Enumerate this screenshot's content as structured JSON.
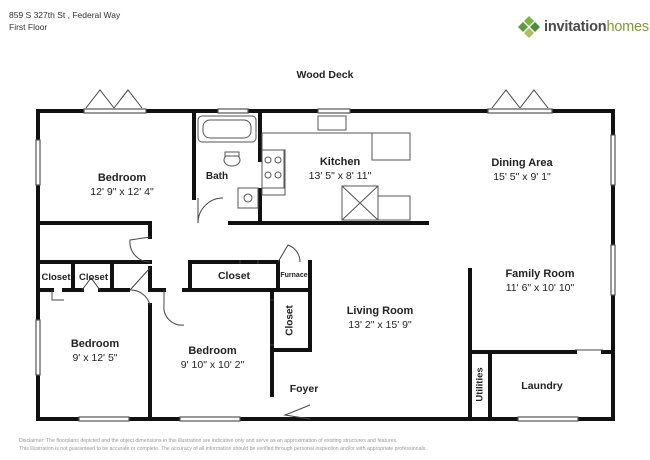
{
  "header": {
    "address": "859 S 327th St , Federal Way",
    "floor": "First Floor"
  },
  "brand": {
    "name_bold": "invitation",
    "name_light": "homes",
    "logo_colors": [
      "#7cb342",
      "#4a8f3a",
      "#a5c25c",
      "#5e9c3e"
    ],
    "accent_color": "#7d9a3a"
  },
  "outdoor": {
    "deck_label": "Wood Deck"
  },
  "rooms": {
    "bedroom_top_left": {
      "name": "Bedroom",
      "dims": "12' 9\" x 12' 4\""
    },
    "bath": {
      "name": "Bath"
    },
    "kitchen": {
      "name": "Kitchen",
      "dims": "13' 5\" x 8' 11\""
    },
    "dining": {
      "name": "Dining Area",
      "dims": "15' 5\" x 9' 1\""
    },
    "closet_a": {
      "name": "Closet"
    },
    "closet_b": {
      "name": "Closet"
    },
    "closet_c": {
      "name": "Closet"
    },
    "closet_d": {
      "name": "Closet"
    },
    "furnace": {
      "name": "Furnace"
    },
    "family_room": {
      "name": "Family Room",
      "dims": "11' 6\" x 10' 10\""
    },
    "living_room": {
      "name": "Living Room",
      "dims": "13' 2\" x 15' 9\""
    },
    "bedroom_bottom_left": {
      "name": "Bedroom",
      "dims": "9' x 12' 5\""
    },
    "bedroom_bottom_mid": {
      "name": "Bedroom",
      "dims": "9' 10\" x 10' 2\""
    },
    "foyer": {
      "name": "Foyer"
    },
    "utilities": {
      "name": "Utilities"
    },
    "laundry": {
      "name": "Laundry"
    }
  },
  "disclaimer": {
    "line1": "Disclaimer: The floorplans depicted and the object dimensions in this illustration are indicative only and serve as an approximation of existing structures and features.",
    "line2": "This illustration is not guaranteed to be accurate or complete. The accuracy of all information should be verified through personal inspection and/or with appropriate professionals."
  }
}
